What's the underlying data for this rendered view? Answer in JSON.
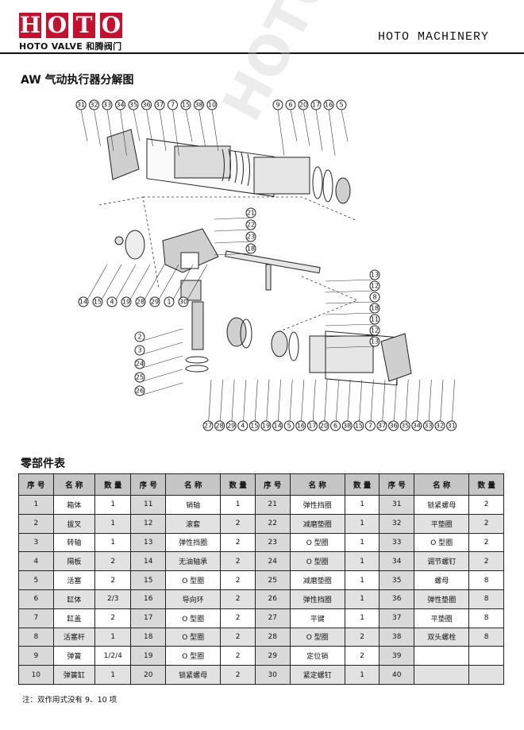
{
  "header": {
    "logo_text": "HOTO",
    "logo_sub": "HOTO VALVE 和腾阀门",
    "brand_right": "HOTO MACHINERY"
  },
  "diagram": {
    "title": "AW 气动执行器分解图",
    "top_callouts": [
      "31",
      "32",
      "33",
      "34",
      "35",
      "36",
      "37",
      "7",
      "15",
      "38",
      "10",
      "9",
      "6",
      "20",
      "17",
      "16",
      "5"
    ],
    "right_callouts": [
      "21",
      "22",
      "23",
      "18",
      "13",
      "12",
      "8",
      "18",
      "11",
      "12",
      "13"
    ],
    "left_bottom_callouts": [
      "14",
      "15",
      "4",
      "19",
      "28",
      "29",
      "1",
      "30"
    ],
    "left_callouts": [
      "2",
      "3",
      "24",
      "25",
      "26"
    ],
    "bottom_callouts": [
      "27",
      "28",
      "29",
      "4",
      "15",
      "19",
      "14",
      "5",
      "16",
      "17",
      "20",
      "6",
      "38",
      "15",
      "7",
      "37",
      "36",
      "35",
      "34",
      "33",
      "32",
      "31"
    ]
  },
  "table": {
    "title": "零部件表",
    "headers": [
      "序 号",
      "名 称",
      "数 量",
      "序 号",
      "名 称",
      "数 量",
      "序 号",
      "名 称",
      "数 量",
      "序 号",
      "名 称",
      "数 量"
    ],
    "rows": [
      [
        "1",
        "箱体",
        "1",
        "11",
        "销轴",
        "1",
        "21",
        "弹性挡圈",
        "1",
        "31",
        "锁紧螺母",
        "2"
      ],
      [
        "2",
        "拔叉",
        "1",
        "12",
        "滚套",
        "2",
        "22",
        "减磨垫圈",
        "1",
        "32",
        "平垫圈",
        "2"
      ],
      [
        "3",
        "转轴",
        "1",
        "13",
        "弹性挡圈",
        "2",
        "23",
        "O 型圈",
        "1",
        "33",
        "O 型圈",
        "2"
      ],
      [
        "4",
        "隔板",
        "2",
        "14",
        "无油轴承",
        "2",
        "24",
        "O 型圈",
        "1",
        "34",
        "调节螺钉",
        "2"
      ],
      [
        "5",
        "活塞",
        "2",
        "15",
        "O 型圈",
        "2",
        "25",
        "减磨垫圈",
        "1",
        "35",
        "螺母",
        "8"
      ],
      [
        "6",
        "缸体",
        "2/3",
        "16",
        "导向环",
        "2",
        "26",
        "弹性挡圈",
        "1",
        "36",
        "弹性垫圈",
        "8"
      ],
      [
        "7",
        "缸盖",
        "2",
        "17",
        "O 型圈",
        "2",
        "27",
        "平键",
        "1",
        "37",
        "平垫圈",
        "8"
      ],
      [
        "8",
        "活塞杆",
        "1",
        "18",
        "O 型圈",
        "2",
        "28",
        "O 型圈",
        "2",
        "38",
        "双头螺栓",
        "8"
      ],
      [
        "9",
        "弹簧",
        "1/2/4",
        "19",
        "O 型圈",
        "2",
        "29",
        "定位销",
        "2",
        "39",
        "",
        ""
      ],
      [
        "10",
        "弹簧缸",
        "1",
        "20",
        "锁紧螺母",
        "2",
        "30",
        "紧定螺钉",
        "1",
        "40",
        "",
        ""
      ]
    ],
    "note": "注：双作用式没有 9、10 项"
  },
  "watermark": "HOTO VALVE 和腾阀门",
  "colors": {
    "brand": "#c8102e",
    "header_row": "#c5c5c5",
    "stripe": "#e2e2e2"
  }
}
